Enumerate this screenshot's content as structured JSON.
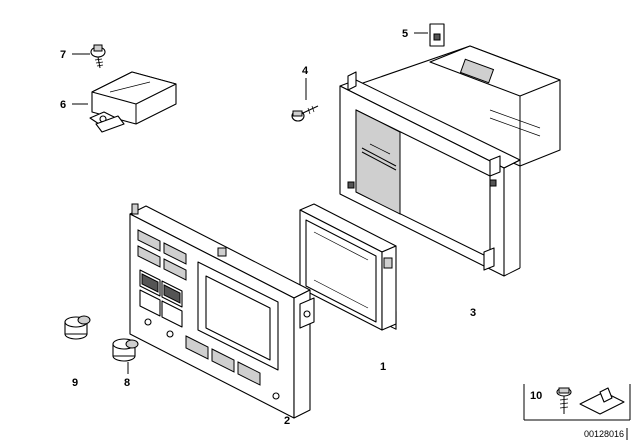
{
  "callouts": {
    "c1": "1",
    "c2": "2",
    "c3": "3",
    "c4": "4",
    "c5": "5",
    "c6": "6",
    "c7": "7",
    "c8": "8",
    "c9": "9",
    "c10": "10"
  },
  "diagram_code": "00128016"
}
